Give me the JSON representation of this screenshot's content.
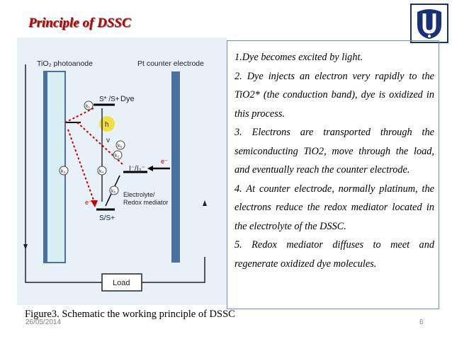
{
  "slide": {
    "title": "Principle of DSSC",
    "caption": "Figure3. Schematic the working principle of DSSC",
    "date": "26/05/2014",
    "page_number": "6"
  },
  "diagram": {
    "photoanode_label": "TiO₂ photoanode",
    "counter_label": "Pt counter electrode",
    "dye_label": "Dye",
    "excited_state": "S* /S+",
    "ground_state": "S/S+",
    "h_label": "h",
    "nu_label": "ν",
    "redox_label": "I⁻/I₃⁻",
    "electrolyte_label_1": "Electrolyte/",
    "electrolyte_label_2": "Redox mediator",
    "load_label": "Load",
    "electron_label": "e⁻",
    "k1": "k₁",
    "k2": "k₂",
    "k3": "k₃",
    "k4": "k₄",
    "k5": "k₅",
    "k6": "k₆"
  },
  "principles": [
    "1.Dye becomes excited by light.",
    "2. Dye injects an electron very rapidly to the TiO2* (the conduction band), dye is oxidized in this process.",
    "3. Electrons are transported through the semiconducting TiO2, move through the load, and eventually reach the counter electrode.",
    "4. At counter electrode, normally platinum, the electrons reduce the redox mediator located in the electrolyte of the DSSC.",
    "5. Redox mediator diffuses to meet and regenerate oxidized dye molecules."
  ],
  "colors": {
    "title": "#c00000",
    "diagram_bg": "#e8f0f8",
    "electrode": "#4a6fa0",
    "arrow_red": "#d00000",
    "dye": "#f0e040",
    "box_border": "#6b8fc9"
  }
}
